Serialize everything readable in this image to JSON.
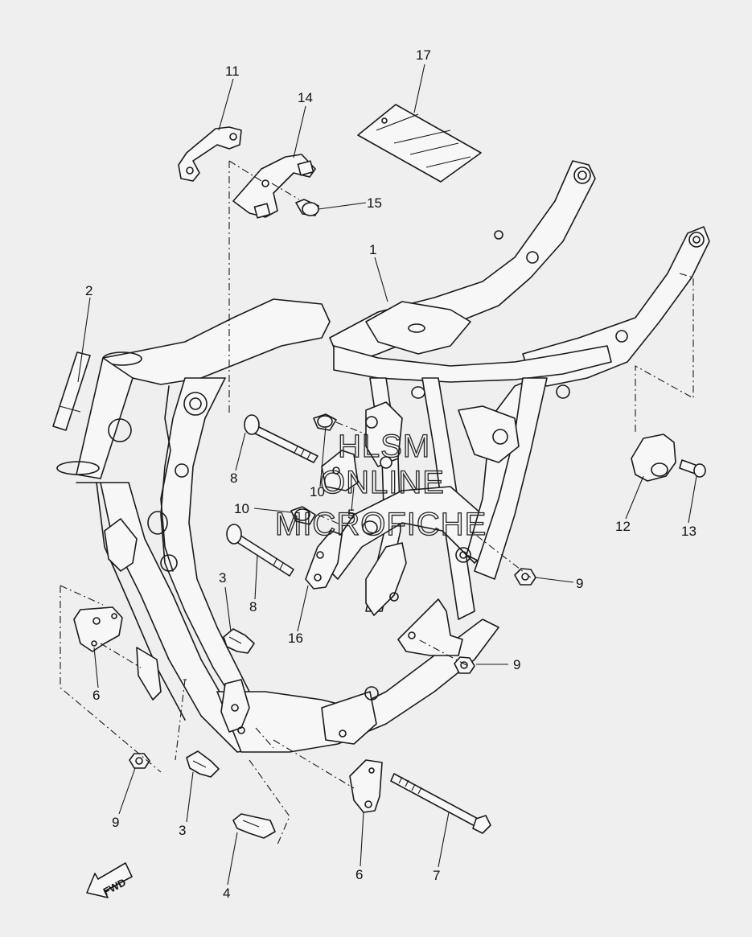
{
  "watermark": {
    "line1": "HLSM",
    "line2": "ONLINE",
    "line3": "MICROFICHE"
  },
  "fwd_label": "FWD",
  "callouts": {
    "c1": "1",
    "c2": "2",
    "c3a": "3",
    "c3b": "3",
    "c4": "4",
    "c5": "5",
    "c6a": "6",
    "c6b": "6",
    "c7": "7",
    "c8a": "8",
    "c8b": "8",
    "c9a": "9",
    "c9b": "9",
    "c9c": "9",
    "c10a": "10",
    "c10b": "10",
    "c11": "11",
    "c12": "12",
    "c13": "13",
    "c14": "14",
    "c15": "15",
    "c16": "16",
    "c17": "17"
  },
  "colors": {
    "background": "#efefef",
    "line": "#1a1a1a",
    "part_fill": "#f7f7f7"
  }
}
